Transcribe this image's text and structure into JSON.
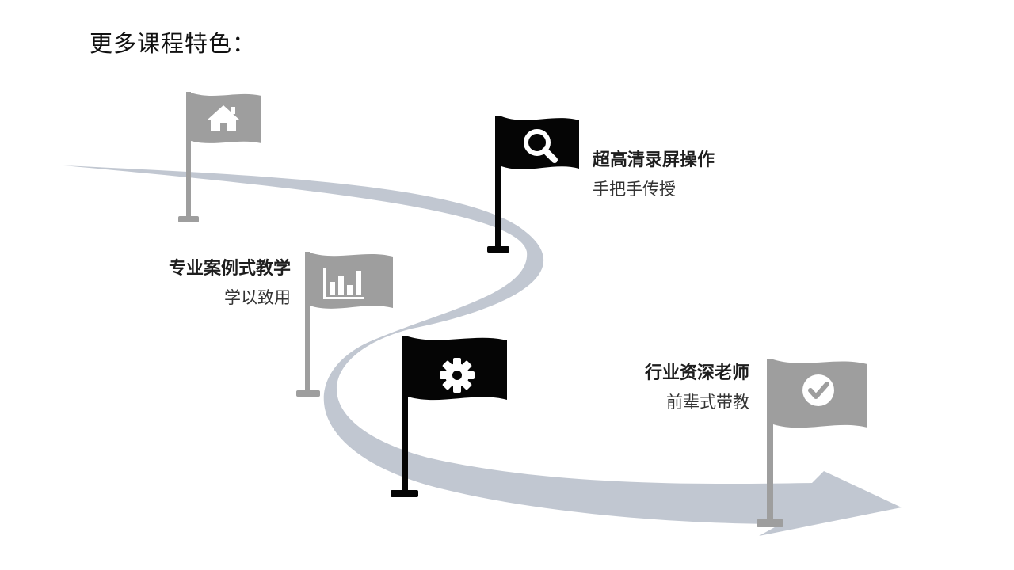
{
  "page": {
    "title": "更多课程特色："
  },
  "colors": {
    "road": "#c1c7d1",
    "flag_gray": "#9e9e9e",
    "flag_black": "#050505",
    "icon": "#ffffff"
  },
  "flags": [
    {
      "style": "gray",
      "icon": "home-icon"
    },
    {
      "style": "black",
      "icon": "search-icon"
    },
    {
      "style": "gray",
      "icon": "bar-chart-icon"
    },
    {
      "style": "black",
      "icon": "gear-icon"
    },
    {
      "style": "gray",
      "icon": "check-circle-icon"
    }
  ],
  "features": [
    {
      "title": "超高清录屏操作",
      "subtitle": "手把手传授"
    },
    {
      "title": "专业案例式教学",
      "subtitle": "学以致用"
    },
    {
      "title": "行业资深老师",
      "subtitle": "前辈式带教"
    }
  ]
}
